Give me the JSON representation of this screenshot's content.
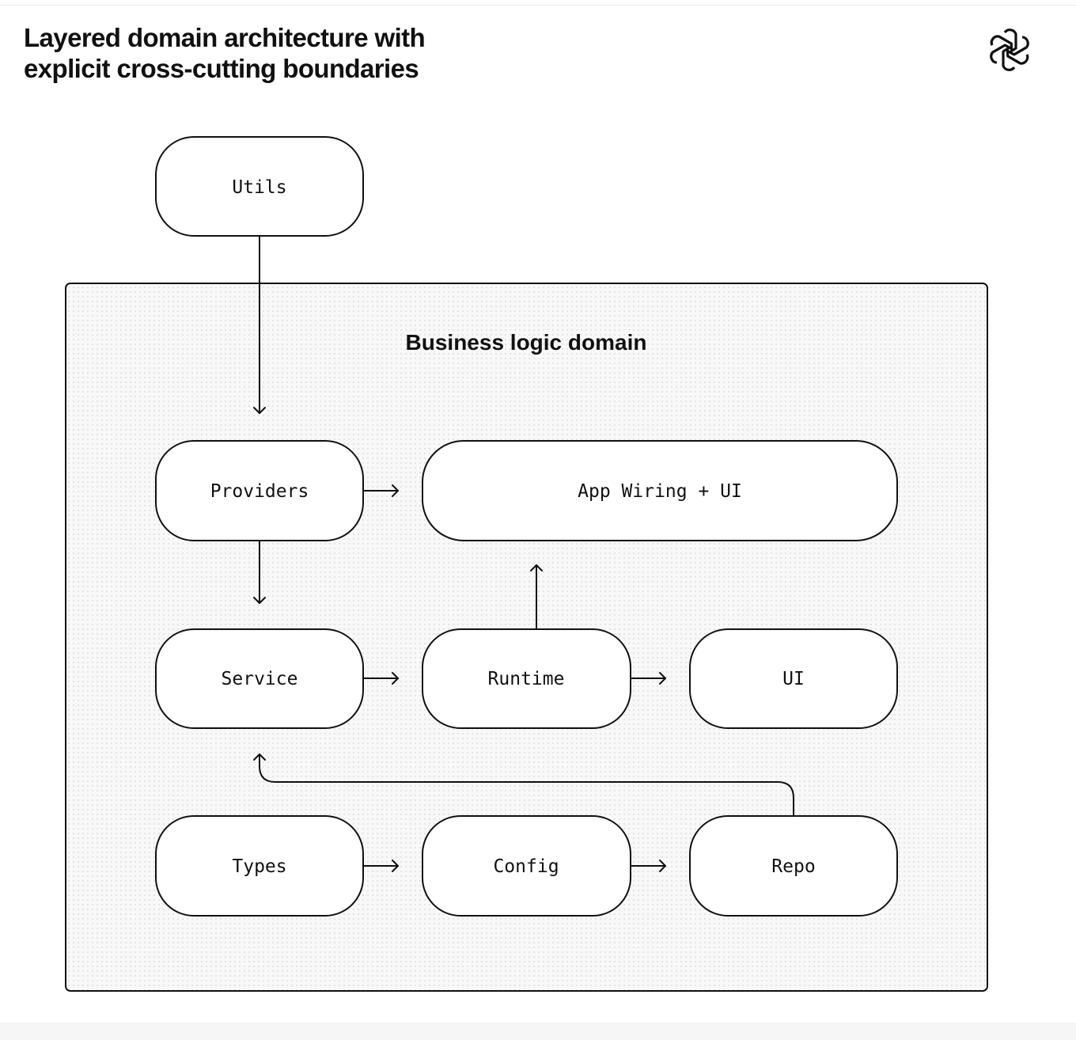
{
  "header": {
    "title_line1": "Layered domain architecture with",
    "title_line2": "explicit cross-cutting boundaries",
    "logo_icon": "openai-logo-icon"
  },
  "diagram": {
    "domain_label": "Business logic domain",
    "nodes": {
      "utils": "Utils",
      "providers": "Providers",
      "app_wiring": "App Wiring + UI",
      "service": "Service",
      "runtime": "Runtime",
      "ui": "UI",
      "types": "Types",
      "config": "Config",
      "repo": "Repo"
    },
    "edges": [
      {
        "from": "Utils",
        "to": "Providers"
      },
      {
        "from": "Providers",
        "to": "App Wiring + UI"
      },
      {
        "from": "Providers",
        "to": "Service"
      },
      {
        "from": "Runtime",
        "to": "App Wiring + UI"
      },
      {
        "from": "Service",
        "to": "Runtime"
      },
      {
        "from": "Runtime",
        "to": "UI"
      },
      {
        "from": "Repo",
        "to": "Service"
      },
      {
        "from": "Types",
        "to": "Config"
      },
      {
        "from": "Config",
        "to": "Repo"
      }
    ]
  },
  "colors": {
    "ink": "#111111",
    "domain_fill": "#f7f7f7",
    "domain_dots": "#d6d6d6",
    "node_fill": "#ffffff"
  }
}
